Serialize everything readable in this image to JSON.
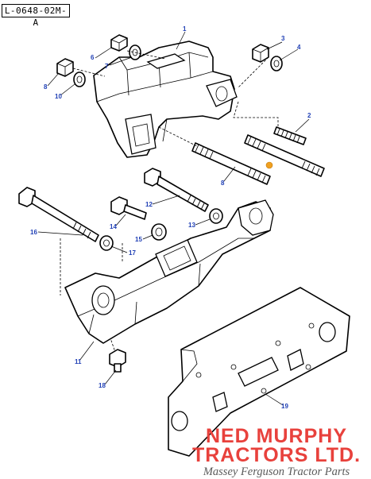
{
  "drawing_ref": "L-0648-02M-A",
  "callouts": [
    {
      "id": "c1",
      "label": "1"
    },
    {
      "id": "c2",
      "label": "2"
    },
    {
      "id": "c3",
      "label": "3"
    },
    {
      "id": "c4",
      "label": "4"
    },
    {
      "id": "c6",
      "label": "6"
    },
    {
      "id": "c7",
      "label": "7"
    },
    {
      "id": "c8a",
      "label": "8"
    },
    {
      "id": "c8b",
      "label": "8"
    },
    {
      "id": "c10",
      "label": "10"
    },
    {
      "id": "c11",
      "label": "11"
    },
    {
      "id": "c12",
      "label": "12"
    },
    {
      "id": "c13",
      "label": "13"
    },
    {
      "id": "c14",
      "label": "14"
    },
    {
      "id": "c15",
      "label": "15"
    },
    {
      "id": "c16",
      "label": "16"
    },
    {
      "id": "c17",
      "label": "17"
    },
    {
      "id": "c18",
      "label": "18"
    },
    {
      "id": "c19",
      "label": "19"
    }
  ],
  "brand": {
    "line1": "NED MURPHY",
    "line2": "TRACTORS LTD.",
    "tagline": "Massey Ferguson Tractor Parts",
    "brand_color": "#e8413c",
    "tagline_color": "#5a5a5a"
  },
  "marker_color": "#f0a020",
  "callout_color": "#1f3fb5"
}
